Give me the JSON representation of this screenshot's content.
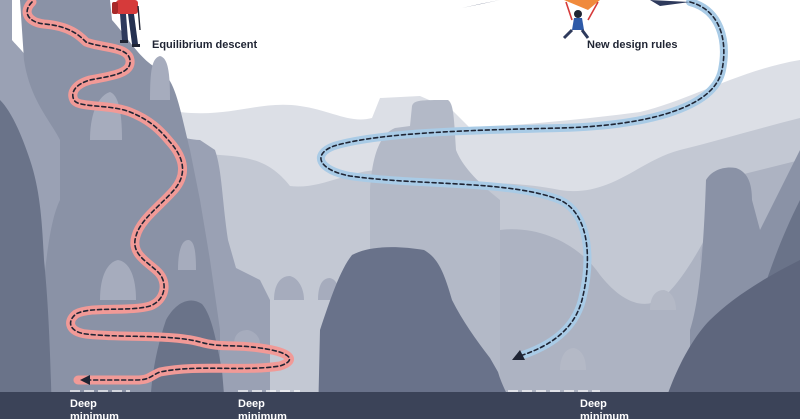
{
  "labels": {
    "equilibrium_descent": "Equilibrium descent",
    "new_design_rules": "New design rules"
  },
  "minima": [
    {
      "line1": "Deep",
      "line2": "minimum"
    },
    {
      "line1": "Deep",
      "line2": "minimum"
    },
    {
      "line1": "Deep",
      "line2": "minimum"
    }
  ],
  "colors": {
    "sky": "#ffffff",
    "far_hills": "#d9dce4",
    "mid_hills": "#c1c6d2",
    "near_cliffs": "#9aa1b4",
    "dark_cliffs": "#6a7389",
    "valley_floor": "#3b4358",
    "descent_path": "#f19a97",
    "design_path": "#a9cbe6",
    "dashes": "#1f2433",
    "hiker_jacket": "#d63a3a",
    "glider_sail": "#f08a3c"
  },
  "icons": [
    "hiker-icon",
    "hang-glider-icon",
    "paper-plane-icon"
  ]
}
